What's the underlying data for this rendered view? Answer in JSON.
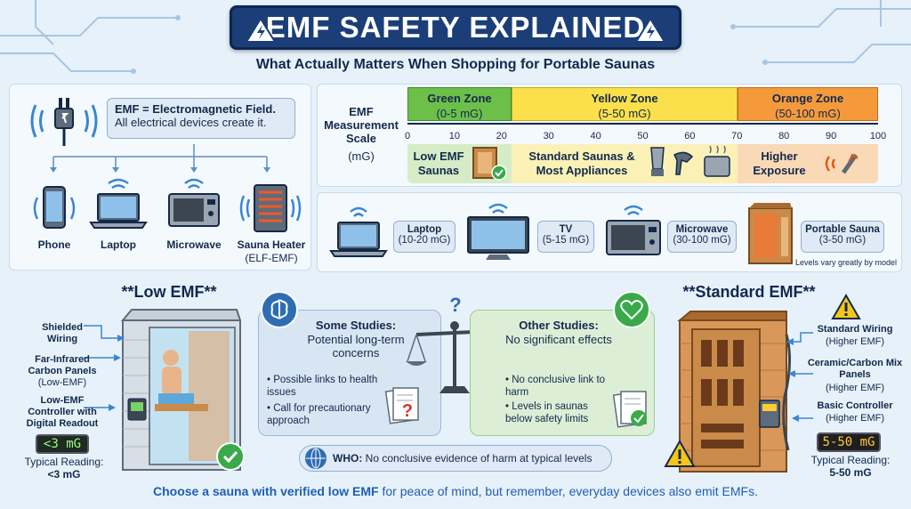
{
  "header": {
    "title": "EMF SAFETY EXPLAINED",
    "subtitle": "What Actually Matters When Shopping for Portable Saunas"
  },
  "definition": {
    "title": "EMF = Electromagnetic Field.",
    "body": "All electrical devices create it."
  },
  "devices": [
    {
      "label": "Phone",
      "sub": ""
    },
    {
      "label": "Laptop",
      "sub": ""
    },
    {
      "label": "Microwave",
      "sub": ""
    },
    {
      "label": "Sauna Heater",
      "sub": "(ELF-EMF)"
    }
  ],
  "scale": {
    "title": "EMF Measurement Scale",
    "unit": "(mG)",
    "zones": [
      {
        "name": "Green Zone",
        "range": "(0-5 mG)",
        "color": "#6cc04a"
      },
      {
        "name": "Yellow Zone",
        "range": "(5-50 mG)",
        "color": "#fbe04c"
      },
      {
        "name": "Orange Zone",
        "range": "(50-100 mG)",
        "color": "#f59a3b"
      }
    ],
    "ticks": [
      "0",
      "10",
      "20",
      "30",
      "40",
      "50",
      "60",
      "70",
      "80",
      "90",
      "100"
    ],
    "low_label": "Low EMF Saunas",
    "std_label": "Standard Saunas & Most Appliances",
    "high_label": "Higher Exposure"
  },
  "comparisons": [
    {
      "name": "Laptop",
      "range": "(10-20 mG)"
    },
    {
      "name": "TV",
      "range": "(5-15 mG)"
    },
    {
      "name": "Microwave",
      "range": "(30-100 mG)"
    },
    {
      "name": "Portable Sauna",
      "range": "(3-50 mG)"
    }
  ],
  "comparison_note": "Levels vary greatly by model",
  "low_emf": {
    "title": "**Low EMF**",
    "labels": [
      "Shielded Wiring",
      "Far-Infrared Carbon Panels",
      "(Low-EMF)",
      "Low-EMF Controller with Digital Readout"
    ],
    "readout": "<3 mG",
    "typical": "Typical Reading:",
    "typical_value": "<3 mG"
  },
  "standard_emf": {
    "title": "**Standard EMF**",
    "labels": [
      "Standard Wiring",
      "(Higher EMF)",
      "Ceramic/Carbon Mix Panels",
      "(Higher EMF)",
      "Basic Controller",
      "(Higher EMF)"
    ],
    "readout": "5-50 mG",
    "typical": "Typical Reading:",
    "typical_value": "5-50 mG"
  },
  "studies": {
    "some": {
      "title": "Some Studies:",
      "body": "Potential long-term concerns",
      "bullets": [
        "Possible links to health issues",
        "Call for precautionary approach"
      ]
    },
    "other": {
      "title": "Other Studies:",
      "body": "No significant effects",
      "bullets": [
        "No conclusive link to harm",
        "Levels in saunas below safety limits"
      ]
    },
    "question": "?"
  },
  "who": {
    "label": "WHO:",
    "text": "No conclusive evidence of harm at typical levels"
  },
  "footer": {
    "highlight": "Choose a sauna with verified low EMF",
    "rest": " for peace of mind, but remember, everyday devices also emit EMFs."
  },
  "colors": {
    "navy": "#1b3e78",
    "green": "#6cc04a",
    "yellow": "#fbe04c",
    "orange": "#f59a3b",
    "accent_blue": "#1f5fb0"
  }
}
